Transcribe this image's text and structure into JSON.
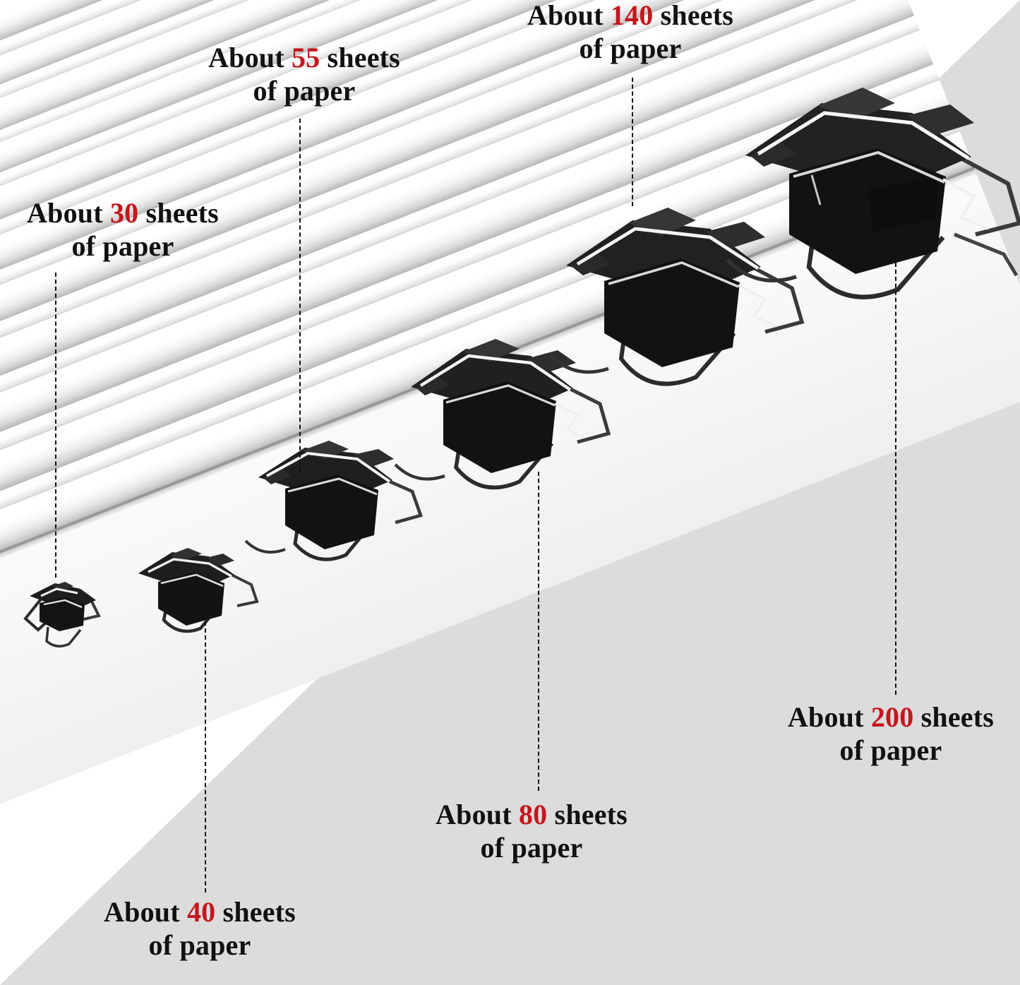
{
  "image": {
    "kind": "product-infographic",
    "subject": "binder clips of increasing size on a stack of paper",
    "background": {
      "upper_left_color": "#ffffff",
      "lower_right_color": "#dcdcdc"
    },
    "palette": {
      "accent_red": "#c4161c",
      "text_black": "#111111",
      "clip_black": "#191919",
      "wire_silver": "#e8e8e8",
      "paper_white": "#ffffff"
    }
  },
  "callouts": [
    {
      "id": "c30",
      "prefix": "About",
      "number": "30",
      "suffix": "sheets",
      "line2": "of paper",
      "capacity_sheets": 30
    },
    {
      "id": "c55",
      "prefix": "About",
      "number": "55",
      "suffix": "sheets",
      "line2": "of paper",
      "capacity_sheets": 55
    },
    {
      "id": "c140",
      "prefix": "About",
      "number": "140",
      "suffix": "sheets",
      "line2": "of paper",
      "capacity_sheets": 140
    },
    {
      "id": "c200",
      "prefix": "About",
      "number": "200",
      "suffix": "sheets",
      "line2": "of paper",
      "capacity_sheets": 200
    },
    {
      "id": "c80",
      "prefix": "About",
      "number": "80",
      "suffix": "sheets",
      "line2": "of paper",
      "capacity_sheets": 80
    },
    {
      "id": "c40",
      "prefix": "About",
      "number": "40",
      "suffix": "sheets",
      "line2": "of paper",
      "capacity_sheets": 40
    }
  ],
  "clips": [
    {
      "id": "clip-1",
      "size_rank": 1,
      "capacity_sheets": 30,
      "color": "#191919"
    },
    {
      "id": "clip-2",
      "size_rank": 2,
      "capacity_sheets": 40,
      "color": "#191919"
    },
    {
      "id": "clip-3",
      "size_rank": 3,
      "capacity_sheets": 55,
      "color": "#191919"
    },
    {
      "id": "clip-4",
      "size_rank": 4,
      "capacity_sheets": 80,
      "color": "#191919"
    },
    {
      "id": "clip-5",
      "size_rank": 5,
      "capacity_sheets": 140,
      "color": "#191919"
    },
    {
      "id": "clip-6",
      "size_rank": 6,
      "capacity_sheets": 200,
      "color": "#191919"
    }
  ]
}
